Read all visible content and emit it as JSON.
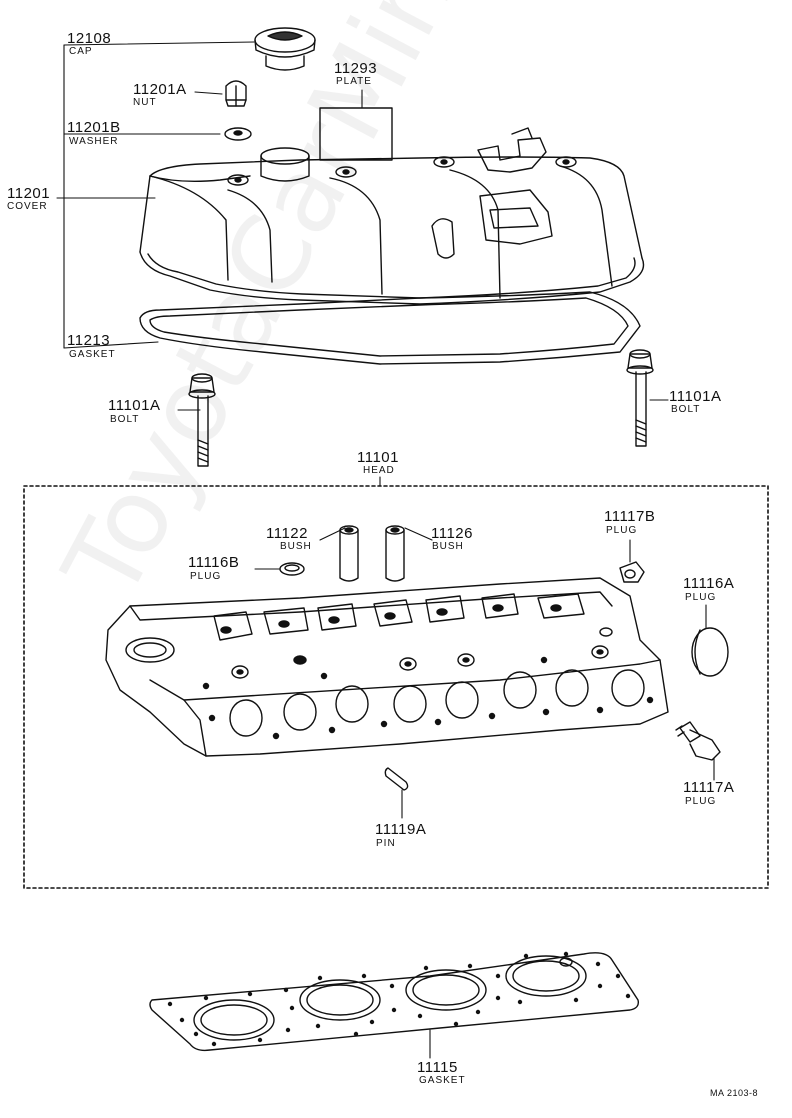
{
  "watermark": "ToyotaCarMine.ru",
  "footer_code": "MA 2103-8",
  "parts": {
    "cap": {
      "number": "12108",
      "name": "CAP"
    },
    "nut": {
      "number": "11201A",
      "name": "NUT"
    },
    "washer": {
      "number": "11201B",
      "name": "WASHER"
    },
    "cover": {
      "number": "11201",
      "name": "COVER"
    },
    "plate": {
      "number": "11293",
      "name": "PLATE"
    },
    "gasket_cover": {
      "number": "11213",
      "name": "GASKET"
    },
    "bolt_left": {
      "number": "11101A",
      "name": "BOLT"
    },
    "bolt_right": {
      "number": "11101A",
      "name": "BOLT"
    },
    "head": {
      "number": "11101",
      "name": "HEAD"
    },
    "bush_1": {
      "number": "11122",
      "name": "BUSH"
    },
    "bush_2": {
      "number": "11126",
      "name": "BUSH"
    },
    "plug_b": {
      "number": "11116B",
      "name": "PLUG"
    },
    "plug_117b": {
      "number": "11117B",
      "name": "PLUG"
    },
    "plug_116a": {
      "number": "11116A",
      "name": "PLUG"
    },
    "plug_117a": {
      "number": "11117A",
      "name": "PLUG"
    },
    "pin": {
      "number": "11119A",
      "name": "PIN"
    },
    "gasket_head": {
      "number": "11115",
      "name": "GASKET"
    }
  }
}
